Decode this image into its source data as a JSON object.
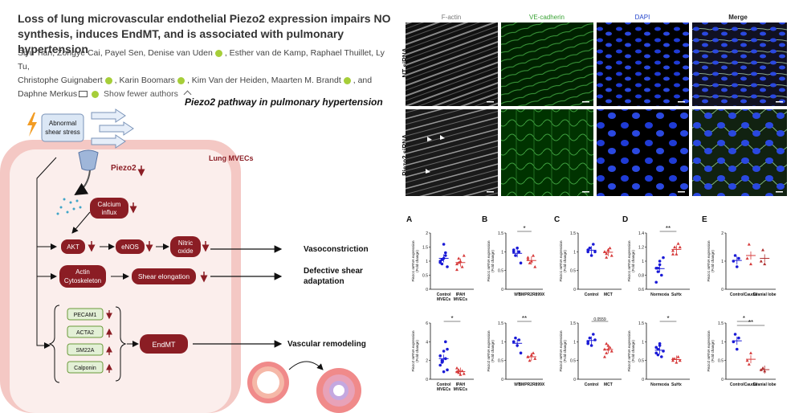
{
  "header": {
    "title": "Loss of lung microvascular endothelial Piezo2 expression impairs NO synthesis, induces EndMT, and is associated with pulmonary hypertension",
    "authors_line1": "Siyu Tian, Zongye Cai, Payel Sen, Denise van Uden",
    "authors_line1b": ", Esther van de Kamp, Raphael Thuillet, Ly Tu,",
    "authors_line2a": "Christophe Guignabert",
    "authors_line2b": ", Karin Boomars",
    "authors_line2c": ", Kim Van der Heiden, Maarten M. Brandt",
    "authors_line2d": ", and",
    "authors_line3": "Daphne Merkus",
    "toggle": "Show fewer authors"
  },
  "abstract": {
    "title": "Piezo2 pathway in pulmonary hypertension",
    "stress": [
      "Abnormal",
      "shear stress"
    ],
    "cell": "Lung MVECs",
    "piezo": "Piezo2",
    "calcium": [
      "Calcium",
      "influx"
    ],
    "akt": "AKT",
    "enos": "eNOS",
    "nitric": [
      "Nitric",
      "oxide"
    ],
    "actin": [
      "Actin",
      "Cytoskeleton"
    ],
    "shear": "Shear elongation",
    "genes": [
      "PECAM1",
      "ACTA2",
      "SM22A",
      "Calponin"
    ],
    "endmt": "EndMT",
    "out1": "Vasoconstriction",
    "out2": [
      "Defective shear",
      "adaptation"
    ],
    "out3": "Vascular remodeling"
  },
  "micro": {
    "cols": [
      "F-actin",
      "VE-cadherin",
      "DAPI",
      "Merge"
    ],
    "col_colors": [
      "#777777",
      "#3aa335",
      "#2244cc",
      "#222222"
    ],
    "rows": [
      "NT siRNA",
      "Piezo2 siRNA"
    ]
  },
  "chart_data": [
    {
      "type": "scatter",
      "panel": "A",
      "ylabel": [
        "Piezo1 mRNA expression",
        "(Fold change)"
      ],
      "yticks": [
        0,
        0.5,
        1,
        1.5,
        2
      ],
      "ylim": [
        0,
        2
      ],
      "categories": [
        [
          "Control",
          "MVECs"
        ],
        [
          "IPAH",
          "MVECs"
        ]
      ],
      "series": [
        {
          "color": "#1a1ad6",
          "values": [
            1.0,
            0.9,
            1.1,
            1.3,
            0.8,
            0.95,
            1.05,
            1.6,
            1.2
          ]
        },
        {
          "color": "#d63a3a",
          "values": [
            0.9,
            1.1,
            1.0,
            0.8,
            1.2,
            0.7,
            0.95
          ]
        }
      ],
      "sig": ""
    },
    {
      "type": "scatter",
      "panel": "B",
      "ylabel": [
        "Piezo1 mRNA expression",
        "(Fold change)"
      ],
      "yticks": [
        0,
        0.5,
        1,
        1.5
      ],
      "ylim": [
        0,
        1.5
      ],
      "categories": [
        [
          "WT"
        ],
        [
          "BMPR2R899X"
        ]
      ],
      "series": [
        {
          "color": "#1a1ad6",
          "values": [
            1.0,
            0.9,
            1.1,
            1.0,
            0.7,
            1.05
          ]
        },
        {
          "color": "#d63a3a",
          "values": [
            0.8,
            0.7,
            0.75,
            0.9,
            0.6,
            0.85
          ]
        }
      ],
      "sig": "*"
    },
    {
      "type": "scatter",
      "panel": "C",
      "ylabel": [
        "Piezo1 mRNA expression",
        "(Fold change)"
      ],
      "yticks": [
        0,
        0.5,
        1,
        1.5
      ],
      "ylim": [
        0,
        1.5
      ],
      "categories": [
        [
          "Control"
        ],
        [
          "MCT"
        ]
      ],
      "series": [
        {
          "color": "#1a1ad6",
          "values": [
            1.0,
            1.1,
            0.9,
            1.2,
            1.0,
            1.05
          ]
        },
        {
          "color": "#d63a3a",
          "values": [
            1.0,
            0.95,
            1.05,
            1.1,
            0.9,
            1.0,
            0.85,
            1.05
          ]
        }
      ],
      "sig": ""
    },
    {
      "type": "scatter",
      "panel": "D",
      "ylabel": [
        "Piezo1 mRNA expression",
        "(Fold change)"
      ],
      "yticks": [
        0.6,
        0.8,
        1.0,
        1.2,
        1.4
      ],
      "ylim": [
        0.6,
        1.4
      ],
      "categories": [
        [
          "Normoxia"
        ],
        [
          "SuHx"
        ]
      ],
      "series": [
        {
          "color": "#1a1ad6",
          "values": [
            0.9,
            0.85,
            0.95,
            0.8,
            1.05,
            0.7,
            0.9,
            1.0
          ]
        },
        {
          "color": "#d63a3a",
          "values": [
            1.15,
            1.2,
            1.1,
            1.25,
            1.2,
            1.1
          ]
        }
      ],
      "sig": "**"
    },
    {
      "type": "scatter",
      "panel": "E",
      "ylabel": [
        "Piezo1 mRNA expression",
        "(Fold change)"
      ],
      "yticks": [
        0,
        1,
        2
      ],
      "ylim": [
        0,
        2
      ],
      "categories": [
        [
          "Control"
        ],
        [
          "Caudal"
        ],
        [
          "Cranial lobe"
        ]
      ],
      "series": [
        {
          "color": "#1a1ad6",
          "values": [
            1.0,
            1.2,
            0.8,
            1.1
          ]
        },
        {
          "color": "#d63a3a",
          "values": [
            1.1,
            1.6,
            0.9
          ]
        },
        {
          "color": "#b03030",
          "values": [
            1.0,
            1.4,
            0.9
          ]
        }
      ],
      "sig": ""
    },
    {
      "type": "scatter",
      "panel": "A2",
      "ylabel": [
        "Piezo2 mRNA expression",
        "(Fold change)"
      ],
      "yticks": [
        0,
        2,
        4,
        6
      ],
      "ylim": [
        0,
        6
      ],
      "categories": [
        [
          "Control",
          "MVECs"
        ],
        [
          "IPAH",
          "MVECs"
        ]
      ],
      "series": [
        {
          "color": "#1a1ad6",
          "values": [
            1.5,
            2.0,
            3.0,
            4.0,
            1.0,
            2.5,
            1.8,
            0.8,
            2.2,
            3.2
          ]
        },
        {
          "color": "#d63a3a",
          "values": [
            0.8,
            1.0,
            0.5,
            0.9,
            0.6,
            1.2,
            0.7
          ]
        }
      ],
      "sig": "*"
    },
    {
      "type": "scatter",
      "panel": "B2",
      "ylabel": [
        "Piezo2 mRNA expression",
        "(Fold change)"
      ],
      "yticks": [
        0,
        0.5,
        1,
        1.5
      ],
      "ylim": [
        0,
        1.5
      ],
      "categories": [
        [
          "WT"
        ],
        [
          "BMPR2R899X"
        ]
      ],
      "series": [
        {
          "color": "#1a1ad6",
          "values": [
            1.0,
            1.1,
            0.9,
            1.05,
            0.7,
            1.0
          ]
        },
        {
          "color": "#d63a3a",
          "values": [
            0.6,
            0.5,
            0.65,
            0.7,
            0.55,
            0.6
          ]
        }
      ],
      "sig": "**"
    },
    {
      "type": "scatter",
      "panel": "C2",
      "ylabel": [
        "Piezo2 mRNA expression",
        "(Fold change)"
      ],
      "yticks": [
        0,
        0.5,
        1,
        1.5
      ],
      "ylim": [
        0,
        1.5
      ],
      "categories": [
        [
          "Control"
        ],
        [
          "MCT"
        ]
      ],
      "series": [
        {
          "color": "#1a1ad6",
          "values": [
            1.0,
            1.1,
            0.9,
            1.2,
            1.05,
            0.95
          ]
        },
        {
          "color": "#d63a3a",
          "values": [
            0.8,
            0.7,
            0.9,
            0.85,
            0.75,
            0.6,
            0.95,
            0.8
          ]
        }
      ],
      "sig": "0.0559"
    },
    {
      "type": "scatter",
      "panel": "D2",
      "ylabel": [
        "Piezo2 mRNA expression",
        "(Fold change)"
      ],
      "yticks": [
        0,
        0.5,
        1,
        1.5
      ],
      "ylim": [
        0,
        1.5
      ],
      "categories": [
        [
          "Normoxia"
        ],
        [
          "SuHx"
        ]
      ],
      "series": [
        {
          "color": "#1a1ad6",
          "values": [
            0.7,
            0.8,
            0.9,
            0.6,
            0.75,
            0.85,
            0.65,
            0.95
          ]
        },
        {
          "color": "#d63a3a",
          "values": [
            0.5,
            0.55,
            0.45,
            0.6,
            0.5,
            0.55
          ]
        }
      ],
      "sig": "*"
    },
    {
      "type": "scatter",
      "panel": "E2",
      "ylabel": [
        "Piezo2 mRNA expression",
        "(Fold change)"
      ],
      "yticks": [
        0,
        0.5,
        1,
        1.5
      ],
      "ylim": [
        0,
        1.5
      ],
      "categories": [
        [
          "Control"
        ],
        [
          "Caudal"
        ],
        [
          "Cranial lobe"
        ]
      ],
      "series": [
        {
          "color": "#1a1ad6",
          "values": [
            1.0,
            1.2,
            0.8,
            1.1
          ]
        },
        {
          "color": "#d63a3a",
          "values": [
            0.5,
            0.4,
            0.7
          ]
        },
        {
          "color": "#b03030",
          "values": [
            0.25,
            0.3,
            0.22
          ]
        }
      ],
      "sig": "*|**"
    }
  ]
}
